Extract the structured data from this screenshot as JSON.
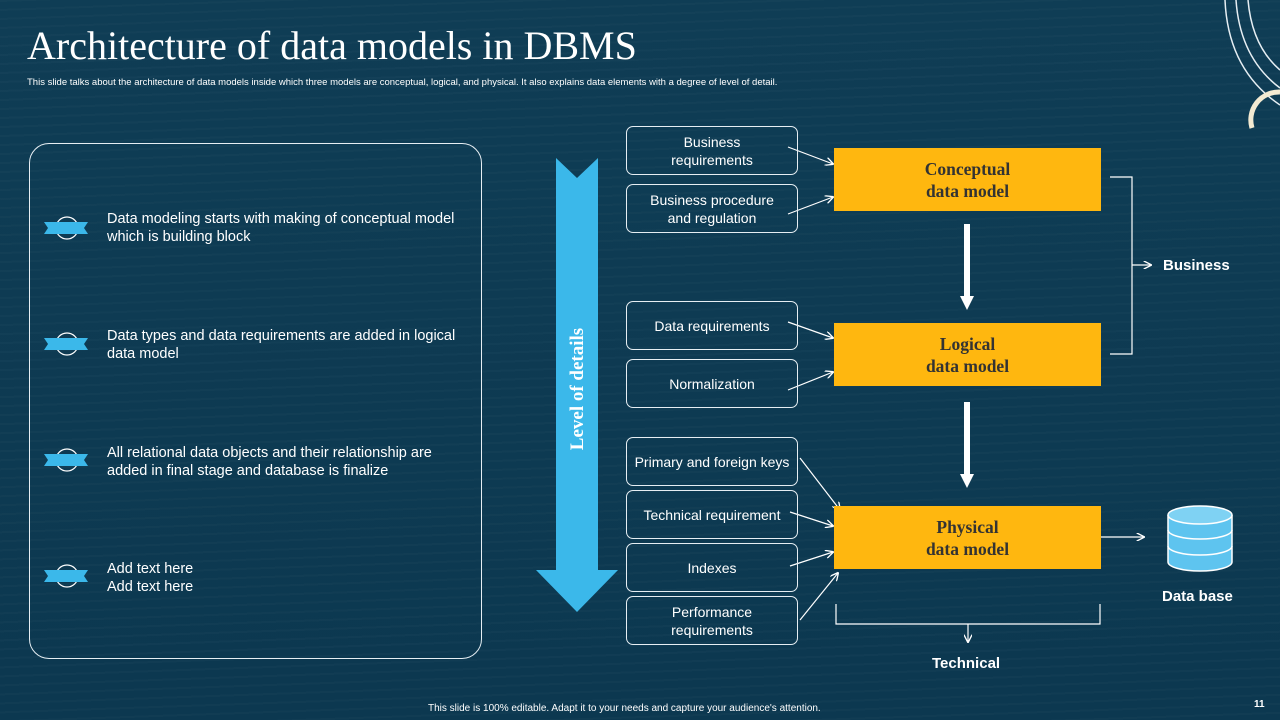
{
  "slide": {
    "title": "Architecture of data models in DBMS",
    "subtitle": "This slide talks about the architecture of data models inside which three models are conceptual, logical,  and physical. It also explains data elements  with a degree of level of detail.",
    "footer": "This slide is 100% editable.  Adapt it to your needs and capture your audience's attention.",
    "page_number": "11"
  },
  "left_panel": {
    "items": [
      {
        "text": "Data modeling starts with making of conceptual model which is building block"
      },
      {
        "text": "Data types and data requirements are added in logical data model"
      },
      {
        "text": "All relational data objects and their relationship are added in final stage and database is finalize"
      },
      {
        "text": "Add text here\nAdd text here"
      }
    ]
  },
  "level_arrow": {
    "label": "Level of details"
  },
  "requirements": {
    "conceptual": [
      "Business\nrequirements",
      "Business procedure\nand regulation"
    ],
    "logical": [
      "Data requirements",
      "Normalization"
    ],
    "physical": [
      "Primary and foreign keys",
      "Technical requirement",
      "Indexes",
      "Performance\nrequirements"
    ]
  },
  "models": {
    "conceptual": "Conceptual\ndata model",
    "logical": "Logical\ndata model",
    "physical": "Physical\ndata model"
  },
  "labels": {
    "business": "Business",
    "database": "Data base",
    "technical": "Technical"
  },
  "colors": {
    "background": "#0e3a52",
    "model_fill": "#ffb70f",
    "accent_blue": "#3bb8ea",
    "database_blue": "#5ec4ef"
  }
}
